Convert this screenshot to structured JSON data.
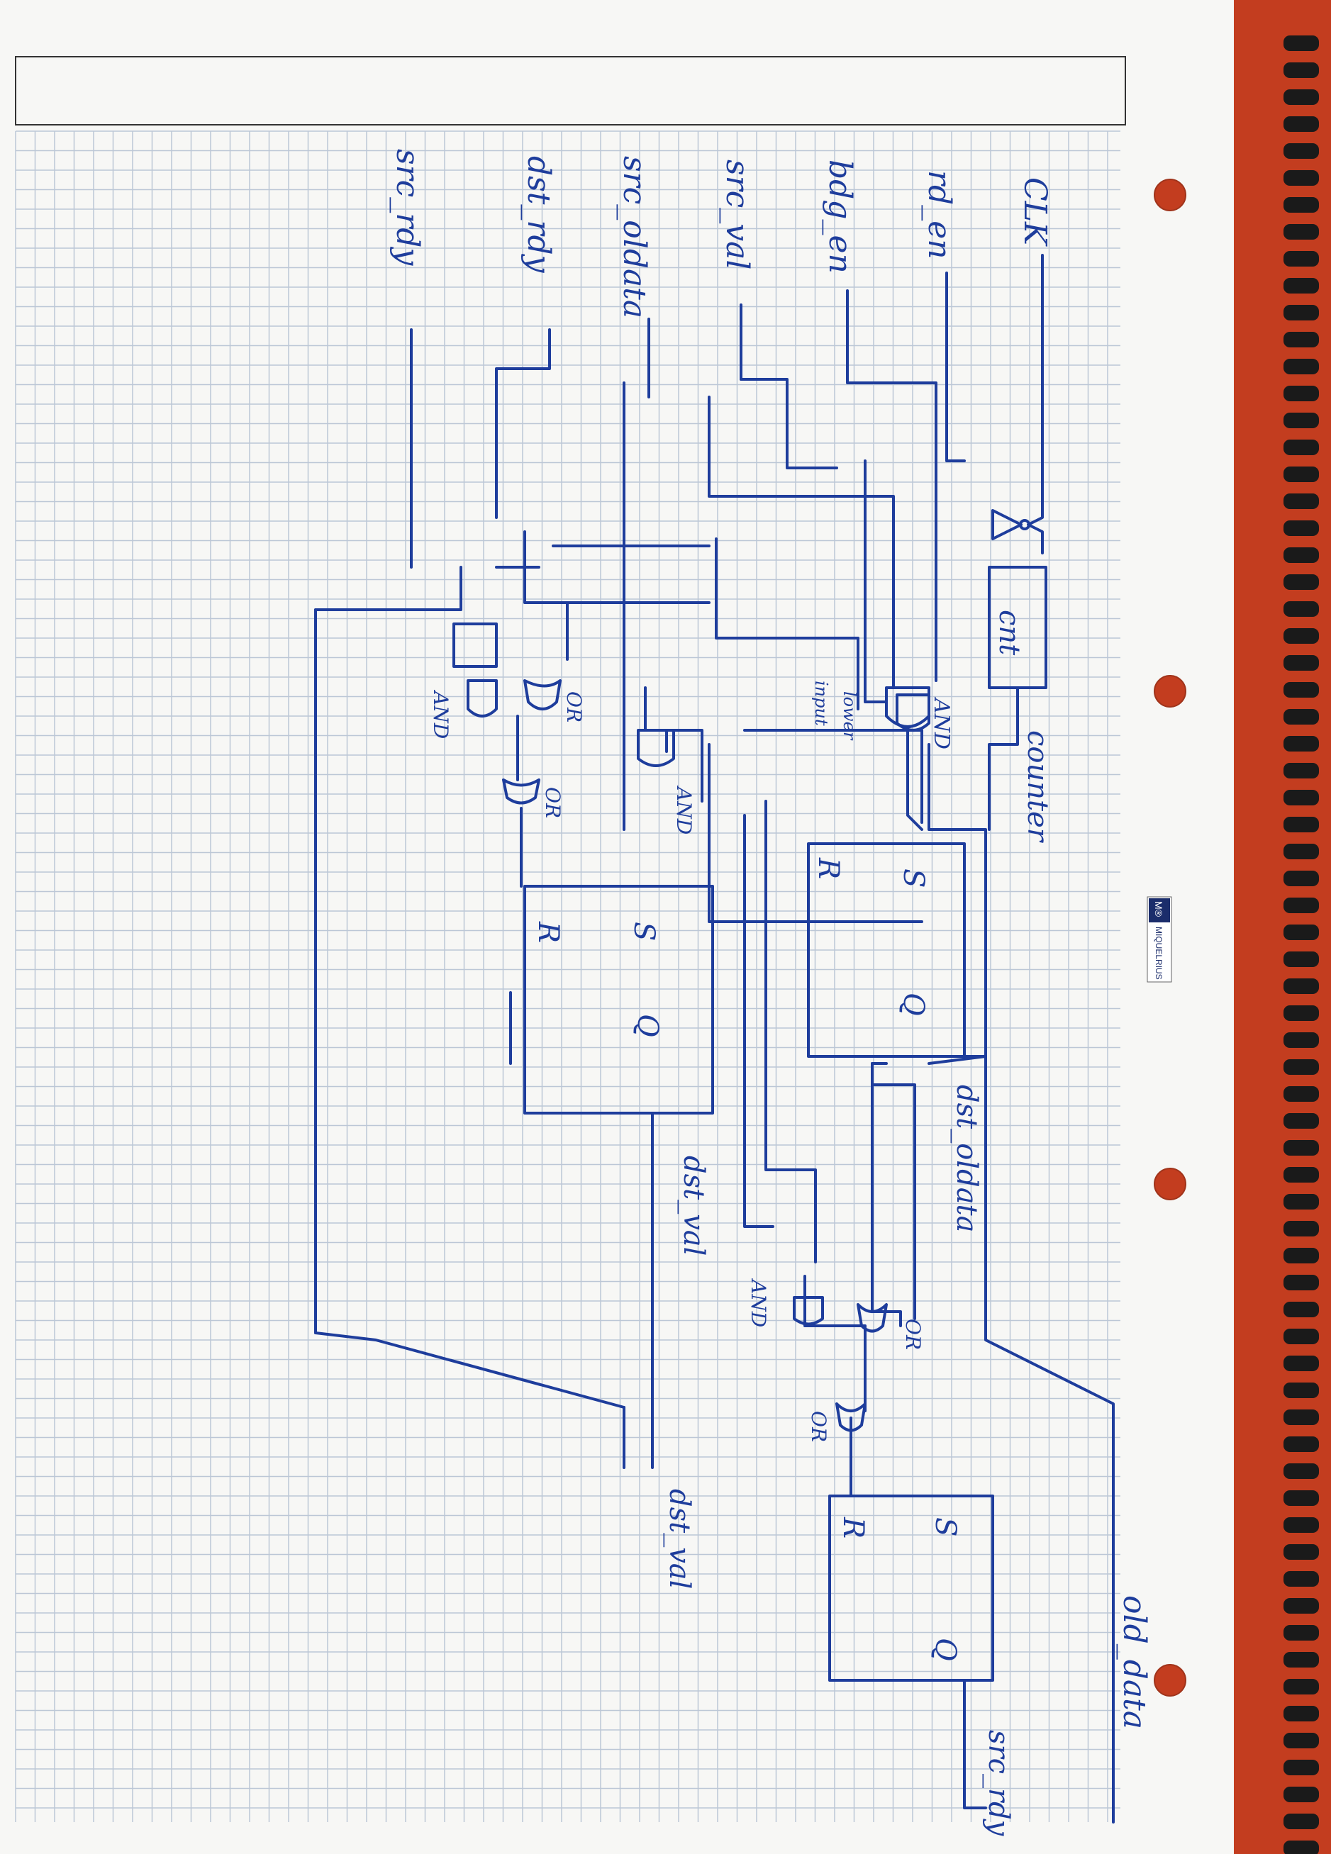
{
  "brand": {
    "logo_text": "M®",
    "name": "MIQUELRIUS"
  },
  "diagram": {
    "inputs": [
      "CLK",
      "rd_en",
      "bdg_en",
      "src_val",
      "src_oldata",
      "dst_rdy",
      "src_rdy"
    ],
    "outputs": [
      "counter",
      "dst_oldata",
      "dst_val",
      "dst_val",
      "src_rdy",
      "old_data"
    ],
    "blocks": [
      {
        "id": "counter",
        "label": "cnt"
      },
      {
        "id": "sr1",
        "s": "S",
        "r": "R",
        "q": "Q"
      },
      {
        "id": "sr2",
        "s": "S",
        "r": "R",
        "q": "Q"
      },
      {
        "id": "sr3",
        "s": "S",
        "r": "R",
        "q": "Q"
      }
    ],
    "gate_labels": {
      "and1": "AND",
      "and2": "AND",
      "and3": "AND",
      "and4": "AND",
      "or1": "OR",
      "or2": "OR",
      "or3": "OR",
      "or4": "OR",
      "inv_note_1": "lower",
      "inv_note_2": "input"
    }
  }
}
